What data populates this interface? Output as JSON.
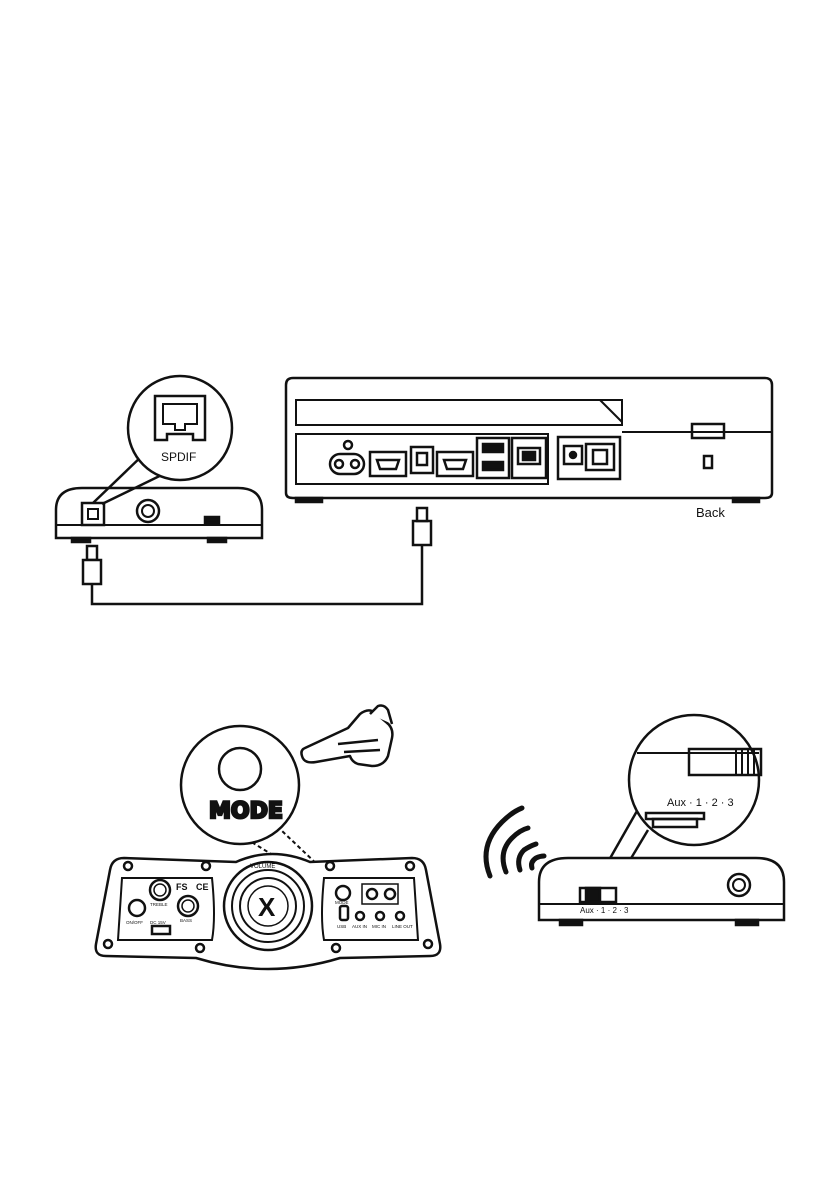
{
  "diagram": {
    "spdif_label": "SPDIF",
    "tv_view_label": "Back",
    "mode_label": "MODE",
    "aux_zoom_label": "Aux · 1 · 2 · 3",
    "aux_switch_label": "Aux · 1 · 2 · 3",
    "panel_fs_mark": "FS",
    "panel_ce_mark": "CE",
    "panel_logo": "X",
    "panel_volume_label": "VOLUME",
    "panel_labels": [
      "ON/OFF",
      "DC 15V",
      "TREBLE",
      "BASS",
      "MODE",
      "USB",
      "AUX IN",
      "MIC IN",
      "LINE OUT"
    ]
  }
}
